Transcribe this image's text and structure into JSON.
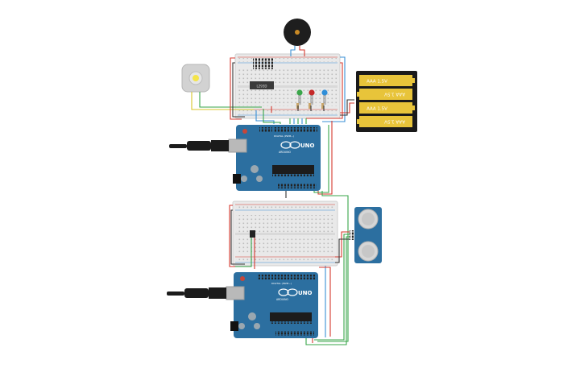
{
  "colors": {
    "board": "#2c6fa0",
    "board_dark": "#1f5580",
    "breadboard": "#e9e9e9",
    "breadboard_edge": "#cfcfcf",
    "wire_red": "#d63a2f",
    "wire_black": "#333333",
    "wire_green": "#3aa64a",
    "wire_blue": "#3a8fd6",
    "wire_yellow": "#d8c52a",
    "battery_gold": "#e8c43a",
    "battery_black": "#1a1a1a"
  },
  "labels": {
    "ic_chip": "L293D",
    "uno_top": "UNO",
    "uno_bottom": "UNO",
    "arduino_top": "ARDUINO",
    "arduino_bottom": "ARDUINO",
    "digital_top": "DIGITAL (PWM~)",
    "digital_bottom": "DIGITAL (PWM~)"
  },
  "batteries": [
    {
      "label": "AAA 1.5V"
    },
    {
      "label": "AAA 1.5V"
    },
    {
      "label": "AAA 1.5V"
    },
    {
      "label": "AAA 1.5V"
    }
  ],
  "icons": {
    "buzzer": "piezo-buzzer-icon",
    "motor": "dc-motor-icon",
    "usb": "usb-cable-icon",
    "sensor": "ultrasonic-sensor-icon"
  }
}
